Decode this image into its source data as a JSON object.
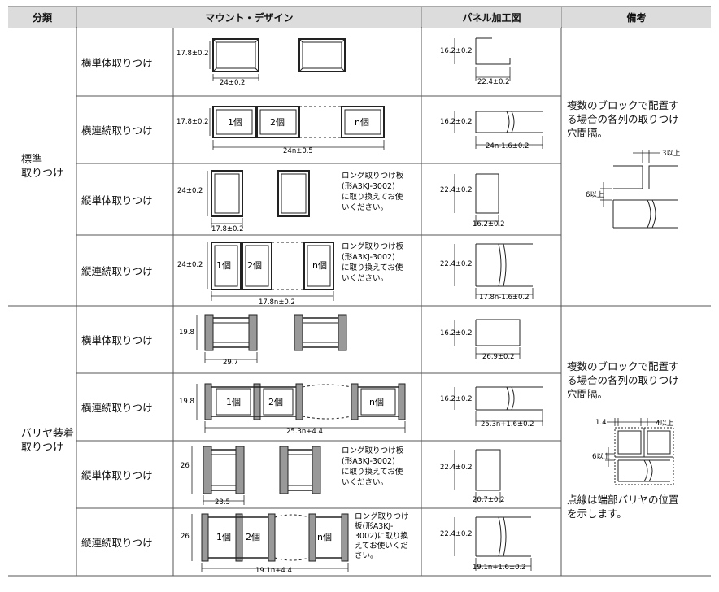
{
  "header": {
    "category": "分類",
    "mount": "マウント・デザイン",
    "panel": "パネル加工図",
    "remarks": "備考"
  },
  "groups": {
    "standard": [
      "標準",
      "取りつけ"
    ],
    "barrier": [
      "バリヤ装着",
      "取りつけ"
    ]
  },
  "subcategories": [
    "横単体取りつけ",
    "横連続取りつけ",
    "縦単体取りつけ",
    "縦連続取りつけ",
    "横単体取りつけ",
    "横連続取りつけ",
    "縦単体取りつけ",
    "縦連続取りつけ"
  ],
  "unit_labels": {
    "one": "1個",
    "two": "2個",
    "n": "n個"
  },
  "notes": {
    "long_plate": [
      "ロング取りつけ板",
      "(形A3KJ-3002)",
      "に取り換えてお使",
      "いください。"
    ],
    "long_plate_narrow": [
      "ロング取りつけ",
      "板(形A3KJ-",
      "3002)に取り換",
      "えてお使いくだ",
      "さい。"
    ]
  },
  "mount_dims": {
    "r1": {
      "h": "17.8±0.2",
      "w": "24±0.2"
    },
    "r2": {
      "h": "17.8±0.2",
      "w": "24n±0.5"
    },
    "r3": {
      "h": "24±0.2",
      "w": "17.8±0.2"
    },
    "r4": {
      "h": "24±0.2",
      "w": "17.8n±0.2"
    },
    "r5": {
      "h": "19.8",
      "w": "29.7"
    },
    "r6": {
      "h": "19.8",
      "w": "25.3n+4.4"
    },
    "r7": {
      "h": "26",
      "w": "23.5"
    },
    "r8": {
      "h": "26",
      "w": "19.1n+4.4"
    }
  },
  "panel_dims": {
    "r1": {
      "h": "16.2±0.2",
      "w": "22.4±0.2"
    },
    "r2": {
      "h": "16.2±0.2",
      "w": "24n-1.6±0.2"
    },
    "r3": {
      "h": "22.4±0.2",
      "w": "16.2±0.2"
    },
    "r4": {
      "h": "22.4±0.2",
      "w": "17.8n-1.6±0.2"
    },
    "r5": {
      "h": "16.2±0.2",
      "w": "26.9±0.2"
    },
    "r6": {
      "h": "16.2±0.2",
      "w": "25.3n+1.6±0.2"
    },
    "r7": {
      "h": "22.4±0.2",
      "w": "20.7±0.2"
    },
    "r8": {
      "h": "22.4±0.2",
      "w": "19.1n+1.6±0.2"
    }
  },
  "remarks": {
    "standard_text": [
      "複数のブロックで配置す",
      "る場合の各列の取りつけ",
      "穴間隔。"
    ],
    "standard_gap_h": "3以上",
    "standard_gap_v": "6以上",
    "barrier_text": [
      "複数のブロックで配置す",
      "る場合の各列の取りつけ",
      "穴間隔。"
    ],
    "barrier_gap_left": "1.4",
    "barrier_gap_h": "4以上",
    "barrier_gap_v": "6以上",
    "barrier_dashed_note": [
      "点線は端部バリヤの位置",
      "を示します。"
    ]
  }
}
